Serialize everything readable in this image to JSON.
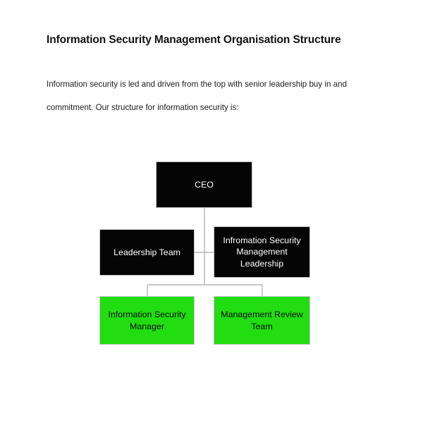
{
  "document": {
    "title": "Information Security Management Organisation Structure",
    "body_paragraph": "Information security is led and driven from the top with senior leadership buy in and commitment. Our structure for information security is:"
  },
  "colors": {
    "page_background": "#ffffff",
    "dark_node_fill": "#050505",
    "dark_node_text": "#ffffff",
    "green_node_fill": "#22dd11",
    "green_node_text": "#0a0a0a",
    "connector_line": "#b5b5b5",
    "node_border": "#c9c9c9"
  },
  "chart_data": {
    "type": "diagram",
    "title": "Information Security Management Organisation Structure",
    "orientation": "top-down",
    "nodes": [
      {
        "id": "ceo",
        "label": "CEO",
        "level": 1,
        "style": "dark"
      },
      {
        "id": "lead",
        "label": "Leadership Team",
        "level": 2,
        "style": "dark"
      },
      {
        "id": "isml",
        "label": "Infromation Security Management Leadership",
        "level": 2,
        "style": "dark"
      },
      {
        "id": "ism",
        "label": "Information Security Manager",
        "level": 3,
        "style": "green"
      },
      {
        "id": "mrt",
        "label": "Management Review Team",
        "level": 3,
        "style": "green"
      }
    ],
    "edges": [
      {
        "from": "ceo",
        "to": "isml"
      },
      {
        "from": "lead",
        "to": "isml"
      },
      {
        "from": "isml",
        "to": "ism"
      },
      {
        "from": "isml",
        "to": "mrt"
      }
    ]
  }
}
